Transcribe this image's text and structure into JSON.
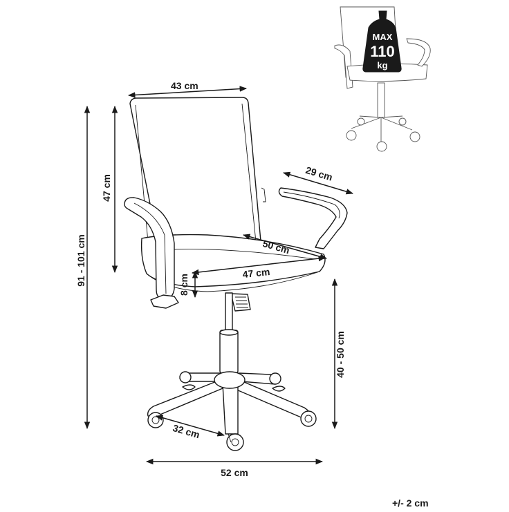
{
  "dimensions": {
    "backrest_width": "43 cm",
    "backrest_height": "47 cm",
    "total_height": "91 - 101 cm",
    "armrest_length": "29 cm",
    "seat_depth": "50 cm",
    "seat_width": "47 cm",
    "seat_thickness": "8 cm",
    "seat_height": "40 - 50 cm",
    "leg_length": "32 cm",
    "base_width": "52 cm"
  },
  "weight_badge": {
    "max": "MAX",
    "value": "110",
    "unit": "kg"
  },
  "tolerance": "+/- 2 cm",
  "colors": {
    "line": "#1a1a1a",
    "background": "#ffffff"
  }
}
